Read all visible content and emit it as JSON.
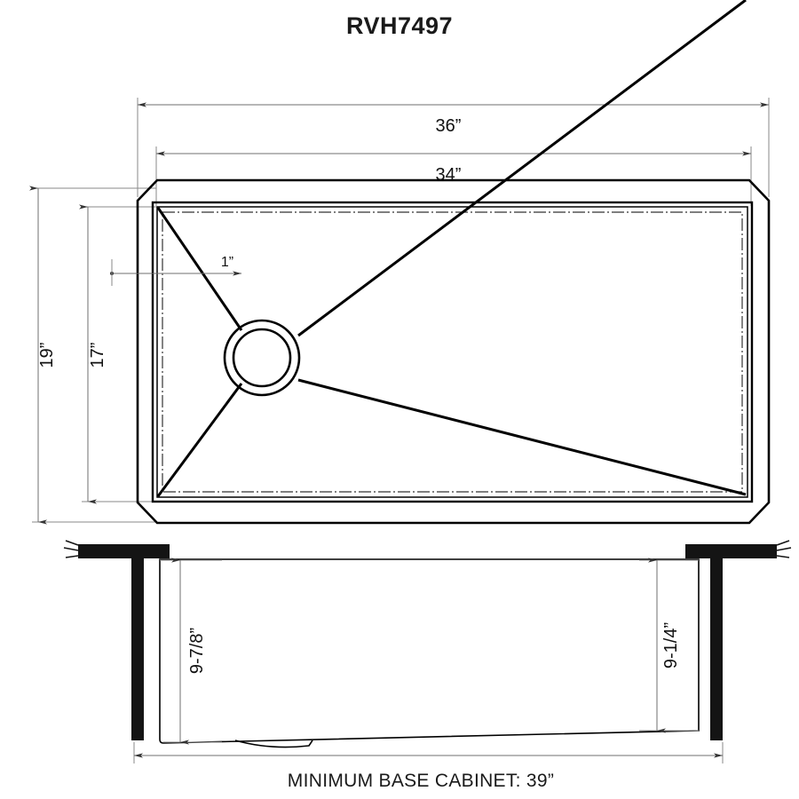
{
  "document": {
    "title": "RVH7497",
    "type": "technical-drawing",
    "subject": "undermount kitchen sink dimension diagram"
  },
  "top_view": {
    "name": "sink-top-view",
    "dimensions": {
      "overall_width": "36”",
      "bowl_width": "34”",
      "overall_depth": "19”",
      "bowl_depth": "17”",
      "rim_width": "1”"
    }
  },
  "side_view": {
    "name": "sink-side-section-view",
    "dimensions": {
      "left_bowl_depth": "9-7/8”",
      "right_bowl_depth": "9-1/4”"
    }
  },
  "footer": {
    "caption": "MINIMUM BASE CABINET: 39”"
  },
  "chart_data": {
    "type": "table",
    "title": "RVH7497",
    "categories": [
      "Overall width",
      "Bowl width",
      "Overall depth (front-back)",
      "Bowl depth (front-back)",
      "Rim width",
      "Bowl height left",
      "Bowl height right",
      "Minimum base cabinet"
    ],
    "values": [
      "36”",
      "34”",
      "19”",
      "17”",
      "1”",
      "9-7/8”",
      "9-1/4”",
      "39”"
    ]
  },
  "colors": {
    "ink": "#000000",
    "dimension_line": "#6f6f6f",
    "solid_fill": "#141414",
    "background": "#ffffff"
  }
}
